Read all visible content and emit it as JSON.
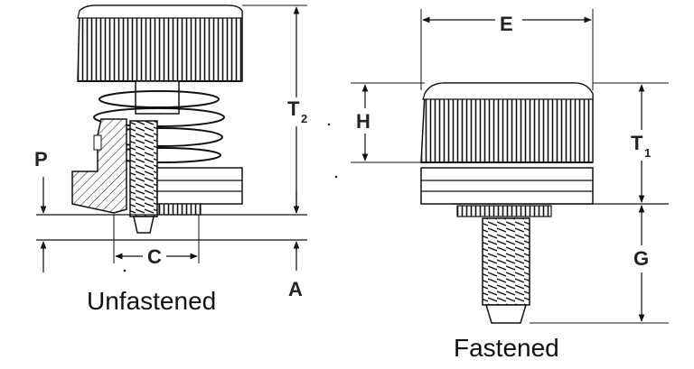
{
  "captions": {
    "unfastened": "Unfastened",
    "fastened": "Fastened"
  },
  "dimensions": {
    "t2": "T",
    "t2_sub": "2",
    "t1": "T",
    "t1_sub": "1",
    "p": "P",
    "c": "C",
    "a": "A",
    "e": "E",
    "h": "H",
    "g": "G"
  },
  "colors": {
    "ink": "#111111",
    "label": "#222222",
    "background": "#ffffff"
  }
}
